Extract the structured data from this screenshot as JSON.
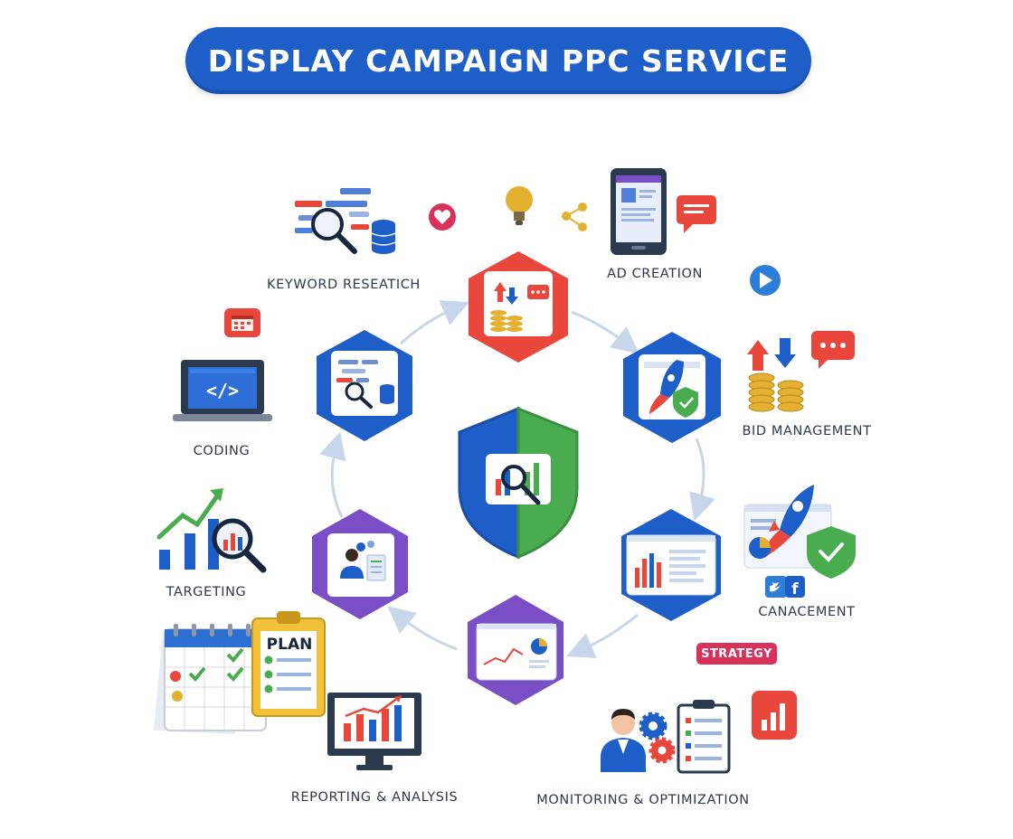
{
  "title": "DISPLAY CAMPAIGN PPC SERVICE",
  "labels": {
    "keyword_research": "KEYWORD RESEATICH",
    "ad_creation": "AD CREATION",
    "bid_management": "BID MANAGEMENT",
    "coding": "CODING",
    "targeting": "TARGETING",
    "canacement": "CANACEMENT",
    "reporting": "REPORTING & ANALYSIS",
    "monitoring": "MONITORING & OPTIMIZATION"
  },
  "badges": {
    "strategy": "STRATEGY",
    "plan": "PLAN"
  },
  "colors": {
    "brand_blue": "#1d5ec9",
    "red": "#e9473b",
    "green": "#4caf50",
    "purple": "#7a4fc5",
    "gold": "#e3b02f",
    "pink": "#d8325b",
    "arrow": "#c7d6ea"
  },
  "icons": [
    "search-icon",
    "database-icon",
    "heart-icon",
    "lightbulb-icon",
    "share-icon",
    "tablet-icon",
    "chat-icon",
    "play-icon",
    "coins-icon",
    "rocket-icon",
    "shield-icon",
    "calendar-icon",
    "laptop-code-icon",
    "trend-chart-icon",
    "clipboard-icon",
    "monitor-chart-icon",
    "gear-icon",
    "person-icon",
    "twitter-icon",
    "facebook-icon",
    "bar-chart-icon"
  ]
}
